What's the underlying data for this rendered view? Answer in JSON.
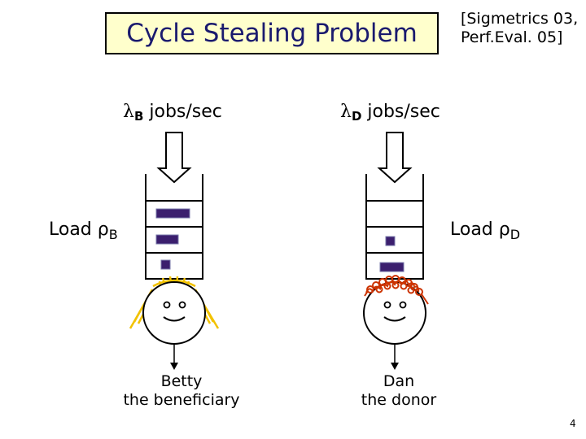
{
  "title": "Cycle Stealing Problem",
  "citation": {
    "line1": "[Sigmetrics 03,",
    "line2": "Perf.Eval. 05]"
  },
  "beneficiary": {
    "rate_symbol": "λ",
    "rate_sub": "B",
    "rate_unit": " jobs/sec",
    "load_prefix": "Load ",
    "load_symbol": "ρ",
    "load_sub": "B",
    "name": "Betty",
    "role": "the beneficiary"
  },
  "donor": {
    "rate_symbol": "λ",
    "rate_sub": "D",
    "rate_unit": " jobs/sec",
    "load_prefix": "Load ",
    "load_symbol": "ρ",
    "load_sub": "D",
    "name": "Dan",
    "role": "the donor"
  },
  "page_number": "4",
  "colors": {
    "job": "#3b1f6e",
    "hair_beneficiary": "#f2c200",
    "hair_donor": "#cc3300",
    "title_fill": "#ffffcc",
    "title_text": "#1a1a6e"
  }
}
